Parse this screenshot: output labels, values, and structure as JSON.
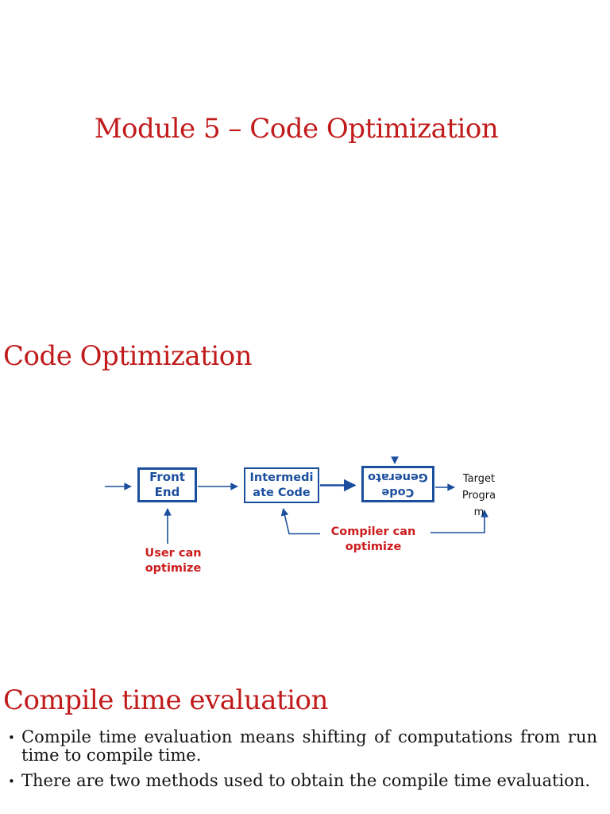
{
  "colors": {
    "heading_red": "#C11B1B",
    "diagram_label_red": "#CC1C1C",
    "diagram_blue": "#1B4F9E",
    "body_text": "#141414",
    "background": "#ffffff"
  },
  "slide1": {
    "title": "Module 5 – Code Optimization"
  },
  "slide2": {
    "title": "Code Optimization",
    "diagram": {
      "boxes": {
        "front_end": {
          "lines": [
            "Front",
            "End"
          ]
        },
        "intermediate": {
          "lines": [
            "Intermedi",
            "ate Code"
          ]
        },
        "generator": {
          "lines": [
            "Code",
            "Generato"
          ],
          "rotated_180": true
        }
      },
      "output_label": {
        "lines": [
          "Target",
          "Progra",
          "m"
        ]
      },
      "annotations": {
        "user": {
          "lines": [
            "User can",
            "optimize"
          ]
        },
        "compiler": {
          "lines": [
            "Compiler can",
            "optimize"
          ]
        }
      },
      "icons": [
        "arrow-right-input",
        "arrow-right-frontend-to-intermediate",
        "arrow-right-intermediate-to-generator",
        "arrow-right-generator-to-target",
        "arrow-up-user-to-frontend",
        "arrow-up-compiler-to-intermediate",
        "arrow-up-compiler-to-target",
        "arrow-stub-generator-top"
      ]
    }
  },
  "slide3": {
    "title": "Compile time evaluation",
    "bullet_char": "•",
    "bullets": [
      {
        "text": "Compile time evaluation means shifting of computations from run time to compile time."
      },
      {
        "text": "There are two methods used to obtain the compile time evaluation."
      }
    ]
  }
}
